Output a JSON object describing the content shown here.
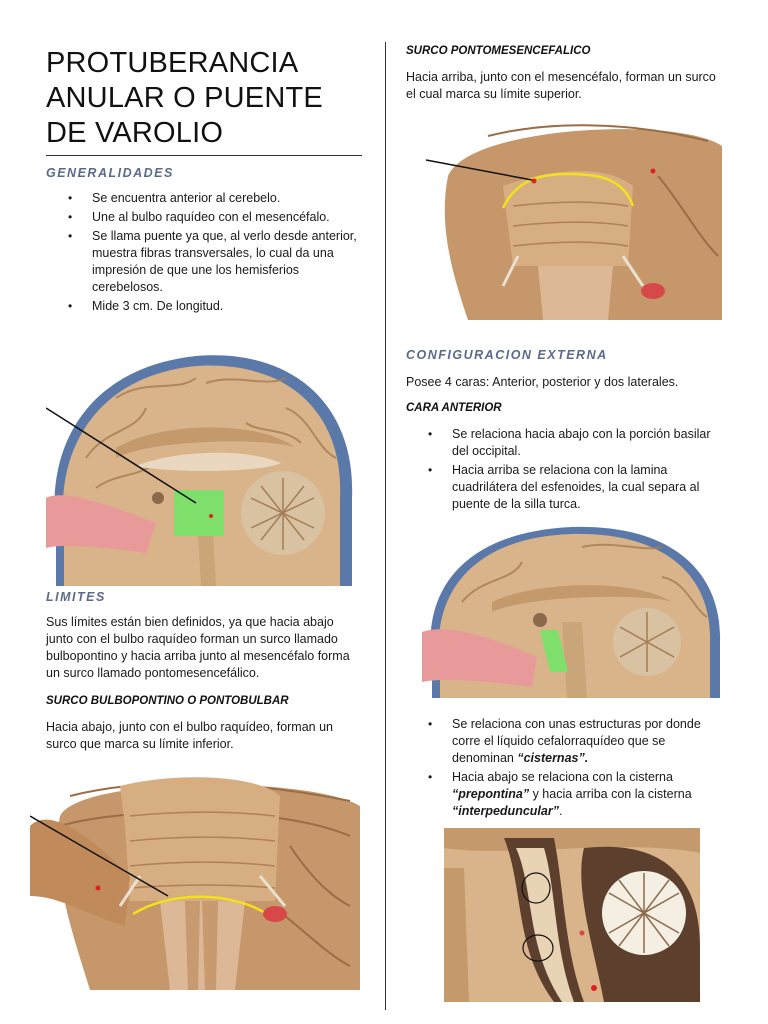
{
  "title": "PROTUBERANCIA ANULAR O PUENTE DE VAROLIO",
  "generalidades": {
    "heading": "GENERALIDADES",
    "items": [
      "Se encuentra anterior al cerebelo.",
      "Une al bulbo raquídeo con el mesencéfalo.",
      "Se llama puente ya que, al verlo desde anterior, muestra fibras transversales, lo cual da una impresión de que une los hemisferios cerebelosos.",
      "Mide 3 cm. De longitud."
    ]
  },
  "limites": {
    "heading": "LIMITES",
    "text": "Sus límites están bien definidos, ya que hacia abajo junto con el bulbo raquídeo forman un surco llamado bulbopontino y hacia arriba junto al mesencéfalo forma un surco llamado pontomesencefálico."
  },
  "surco_bulbopontino": {
    "heading": "SURCO BULBOPONTINO O PONTOBULBAR",
    "text": "Hacia abajo, junto con el bulbo raquídeo, forman un surco que marca su límite inferior."
  },
  "surco_pontomesencefalico": {
    "heading": "SURCO PONTOMESENCEFALICO",
    "text": "Hacia arriba, junto con el mesencéfalo, forman un surco el cual marca su límite superior."
  },
  "configuracion_externa": {
    "heading": "CONFIGURACION EXTERNA",
    "text": "Posee 4 caras: Anterior, posterior y dos laterales."
  },
  "cara_anterior": {
    "heading": "CARA ANTERIOR",
    "items": [
      "Se relaciona hacia abajo con la porción basilar del occipital.",
      "Hacia arriba se relaciona con la lamina cuadrilátera del esfenoides, la cual separa al puente de la silla turca."
    ],
    "items2": {
      "a": "Se relaciona con unas estructuras por donde corre el líquido cefalorraquídeo que se denominan ",
      "a_em": "“cisternas”.",
      "b1": "Hacia abajo se relaciona con la cisterna ",
      "b1_em": "“prepontina”",
      "b2": " y hacia arriba con la cisterna ",
      "b2_em": "“interpeduncular”",
      "b3": "."
    }
  },
  "colors": {
    "heading": "#5b6a8a",
    "tissue": "#d9b48a",
    "highlight_green": "#7ee06a",
    "highlight_yellow": "#f2e21a"
  }
}
